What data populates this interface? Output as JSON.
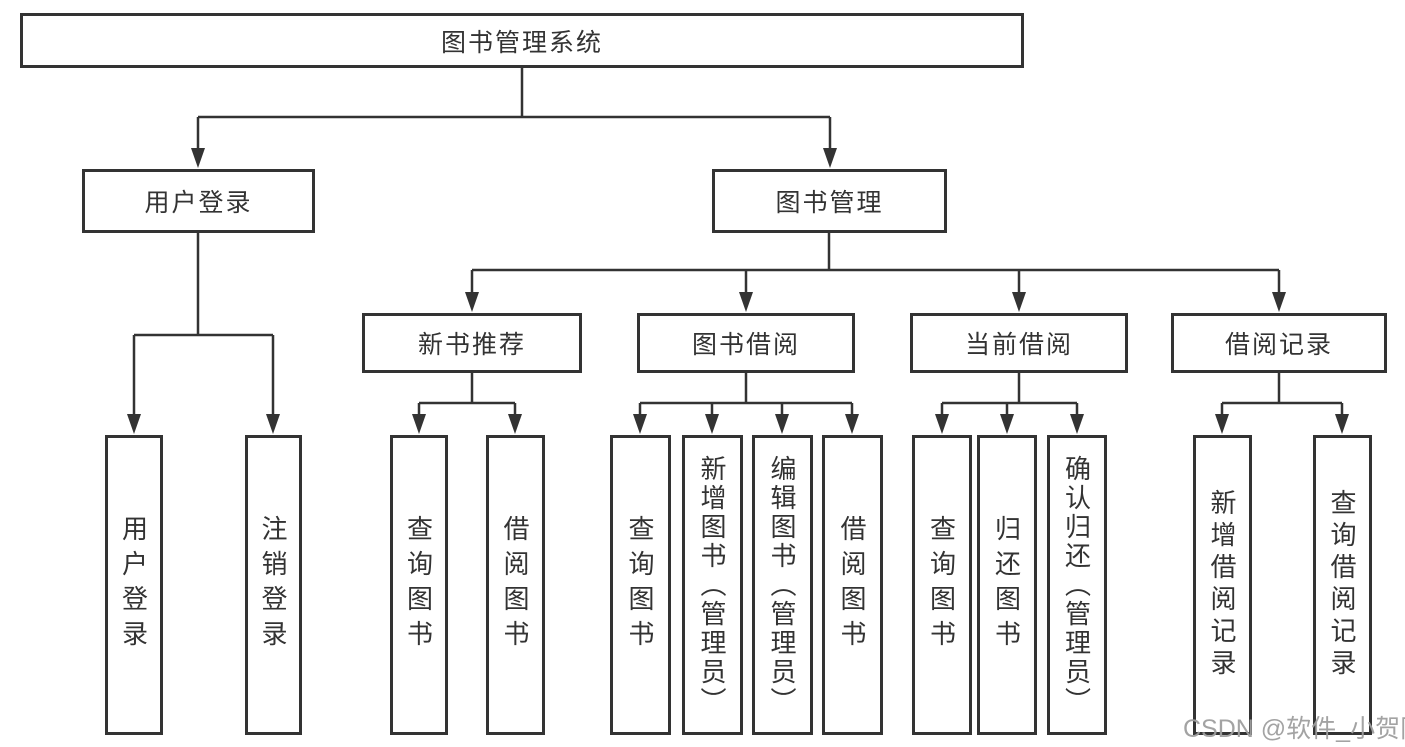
{
  "nodes": {
    "root": "图书管理系统",
    "user_login": "用户登录",
    "book_management": "图书管理",
    "new_book_recommend": "新书推荐",
    "book_borrow": "图书借阅",
    "current_borrow": "当前借阅",
    "borrow_record": "借阅记录",
    "leaf_user_login": "用户登录",
    "leaf_logout": "注销登录",
    "leaf_recommend_query_books": "查询图书",
    "leaf_recommend_borrow_books": "借阅图书",
    "leaf_borrow_query_books": "查询图书",
    "leaf_borrow_add_books_admin": "新增图书（管理员）",
    "leaf_borrow_edit_books_admin": "编辑图书（管理员）",
    "leaf_borrow_borrow_books": "借阅图书",
    "leaf_current_query_books": "查询图书",
    "leaf_current_return_books": "归还图书",
    "leaf_current_confirm_return_admin": "确认归还（管理员）",
    "leaf_record_add_record": "新增借阅记录",
    "leaf_record_query_record": "查询借阅记录"
  },
  "watermark": {
    "text": "CSDN @软件_小贺同学"
  },
  "colors": {
    "line": "#333333",
    "box_border": "#333333",
    "text": "#333333",
    "watermark": "#9e9e9e",
    "background": "#ffffff"
  }
}
